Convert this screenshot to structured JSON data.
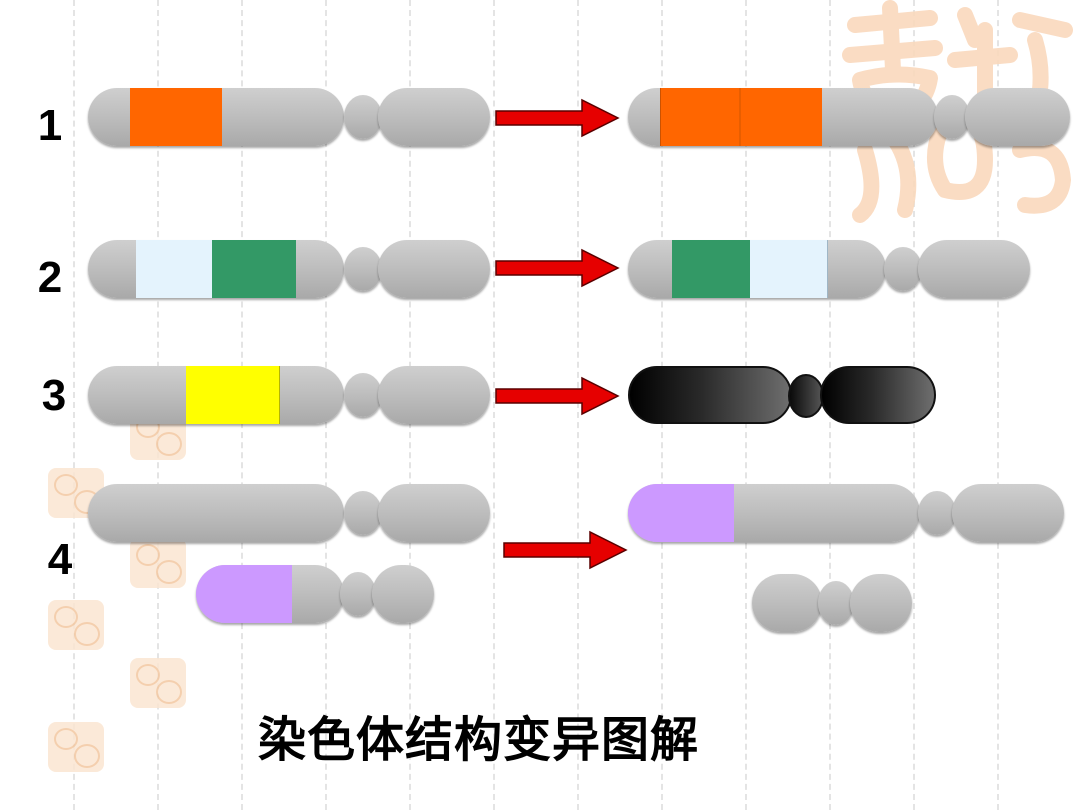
{
  "slide": {
    "caption": "染色体结构变异图解",
    "row_labels": [
      "1",
      "2",
      "3",
      "4"
    ]
  },
  "colors": {
    "chromosome": "#bdbdbd",
    "band_orange": "#ff6600",
    "band_light_blue": "#e4f3fd",
    "band_green": "#339966",
    "band_yellow": "#ffff00",
    "band_purple": "#cc99ff",
    "inverted_chromosome": "#1a1a1a",
    "arrow": "#e60000"
  },
  "icons": [
    "arrow-right-icon",
    "stamp-seal-icon"
  ]
}
